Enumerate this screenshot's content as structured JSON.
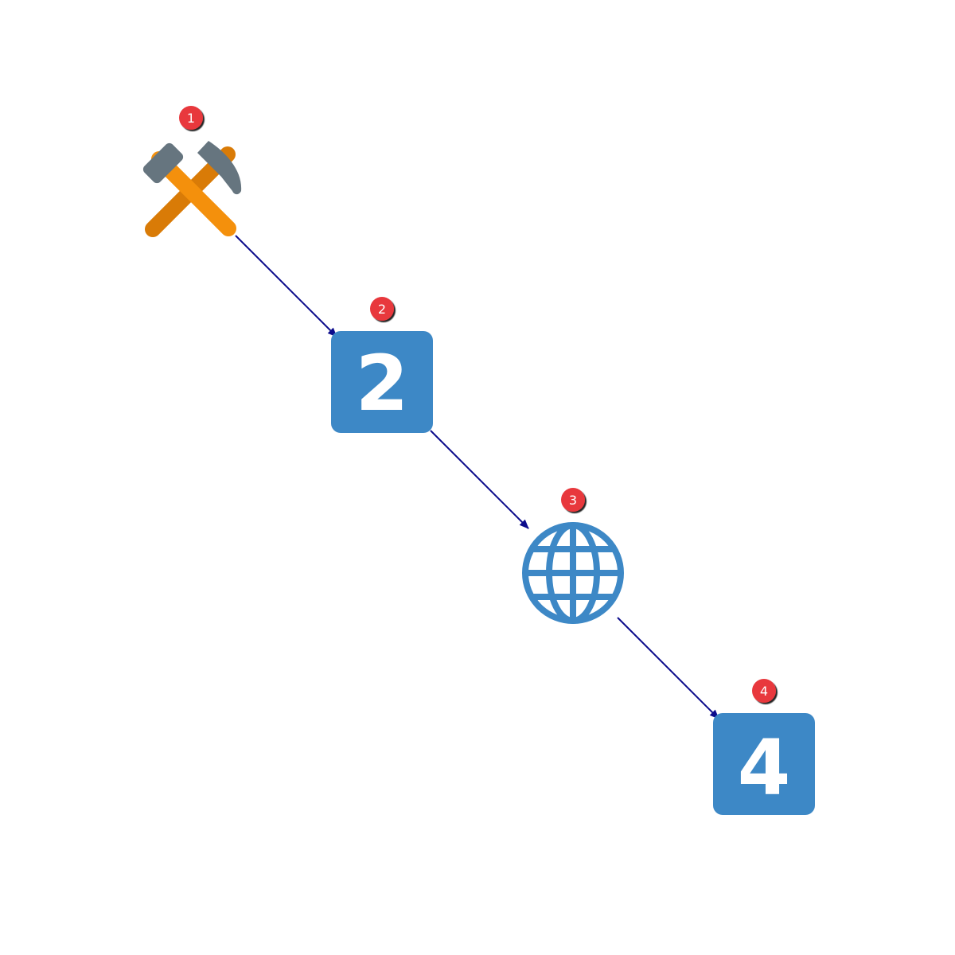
{
  "diagram": {
    "nodes": [
      {
        "id": "1",
        "badge": "1",
        "icon": "hammer-and-pick-icon",
        "label": ""
      },
      {
        "id": "2",
        "badge": "2",
        "icon": "keycap-2-icon",
        "label": "2"
      },
      {
        "id": "3",
        "badge": "3",
        "icon": "globe-icon",
        "label": ""
      },
      {
        "id": "4",
        "badge": "4",
        "icon": "keycap-4-icon",
        "label": "4"
      }
    ],
    "edges": [
      {
        "from": "1",
        "to": "2"
      },
      {
        "from": "2",
        "to": "3"
      },
      {
        "from": "3",
        "to": "4"
      }
    ]
  },
  "colors": {
    "edge": "#0b0b8c",
    "badge_fill": "#e8383d",
    "badge_text": "#ffffff",
    "keycap_fill": "#3d88c6",
    "globe_stroke": "#3d88c6",
    "hammer_handle": "#f4900c",
    "hammer_handle_dark": "#d97b07",
    "hammer_head": "#66757f"
  }
}
